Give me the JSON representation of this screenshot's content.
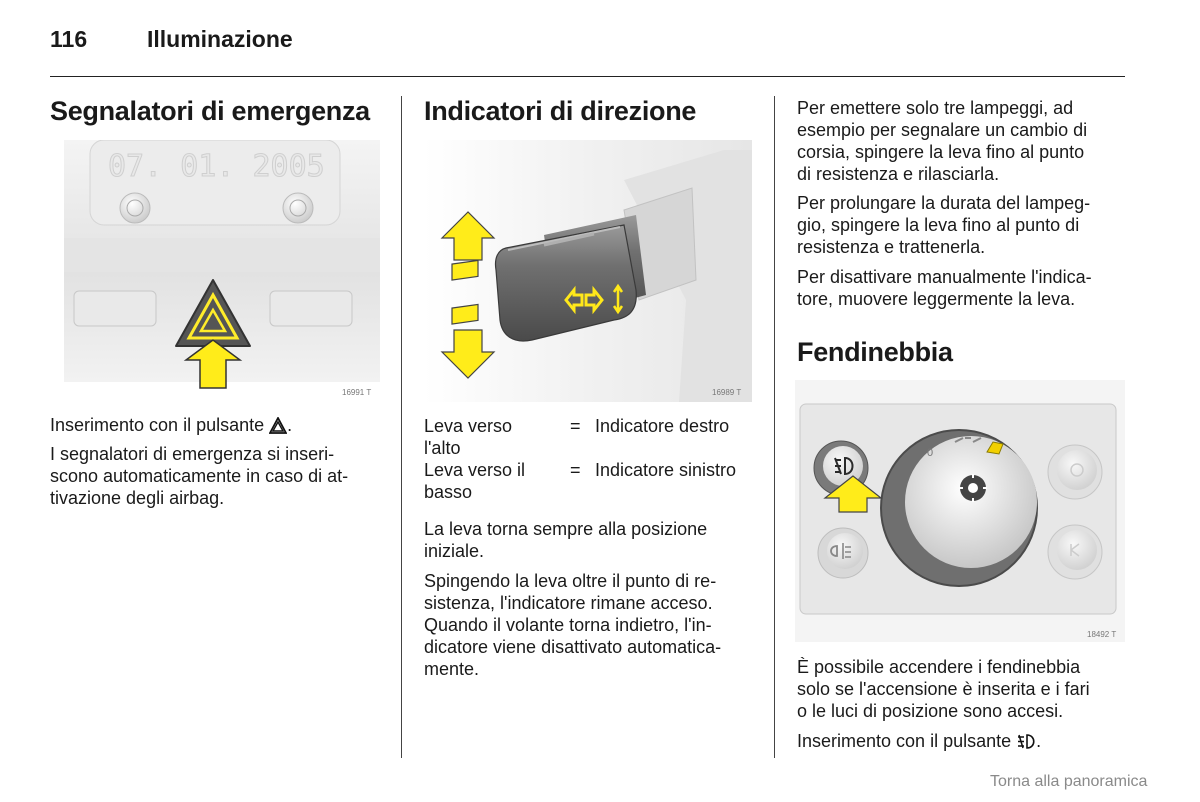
{
  "header": {
    "page_number": "116",
    "section": "Illuminazione"
  },
  "col1": {
    "title": "Segnalatori di emergenza",
    "figure": {
      "display_text": "07. 01. 2005",
      "code": "16991 T"
    },
    "para1": "Inserimento con il pulsante ",
    "para1_end": ".",
    "para2_lines": [
      "I segnalatori di emergenza si inseri-",
      "scono automaticamente in caso di at-",
      "tivazione degli airbag."
    ]
  },
  "col2": {
    "title": "Indicatori di direzione",
    "figure": {
      "code": "16989 T"
    },
    "table": [
      {
        "left": "Leva verso",
        "left2": "l'alto",
        "eq": "=",
        "right": "Indicatore destro"
      },
      {
        "left": "Leva verso il",
        "left2": "basso",
        "eq": "=",
        "right": "Indicatore sinistro"
      }
    ],
    "para1_lines": [
      "La leva torna sempre alla posizione",
      "iniziale."
    ],
    "para2_lines": [
      "Spingendo la leva oltre il punto di re-",
      "sistenza, l'indicatore rimane acceso.",
      "Quando il volante torna indietro, l'in-",
      "dicatore viene disattivato automatica-",
      "mente."
    ]
  },
  "col3": {
    "para1_lines": [
      "Per emettere solo tre lampeggi, ad",
      "esempio per segnalare un cambio di",
      "corsia, spingere la leva fino al punto",
      "di resistenza e rilasciarla."
    ],
    "para2_lines": [
      "Per prolungare la durata del lampeg-",
      "gio, spingere la leva fino al punto di",
      "resistenza e trattenerla."
    ],
    "para3_lines": [
      "Per disattivare manualmente l'indica-",
      "tore, muovere leggermente la leva."
    ],
    "title": "Fendinebbia",
    "figure": {
      "code": "18492 T",
      "dial_zero": "0"
    },
    "para4_lines": [
      "È possibile accendere i fendinebbia",
      "solo se l'accensione è inserita e i fari",
      "o le luci di posizione sono accesi."
    ],
    "para5": "Inserimento con il pulsante ",
    "para5_end": "."
  },
  "footer": {
    "link": "Torna alla panoramica"
  }
}
